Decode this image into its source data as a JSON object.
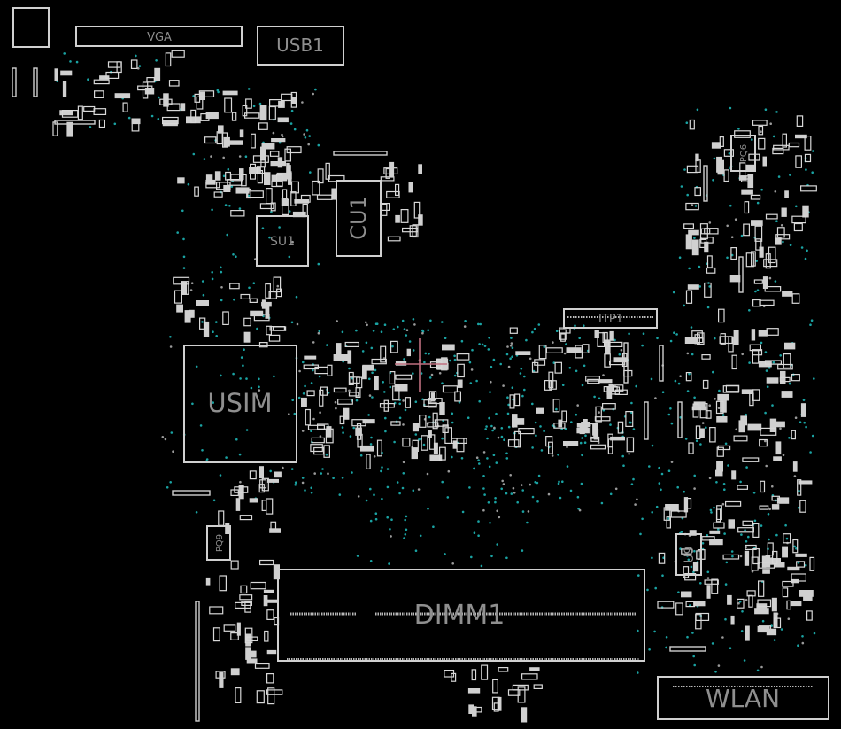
{
  "labels": {
    "vga": "VGA",
    "usb1": "USB1",
    "su1": "SU1",
    "cu1": "CU1",
    "itp1": "ITP1",
    "usim": "USIM",
    "pq6": "PQ6",
    "pq9": "PQ9",
    "u9": "U9",
    "dimm1": "DIMM1",
    "wlan": "WLAN"
  },
  "colors": {
    "background": "#000000",
    "outline": "#d0d0d0",
    "via": "#1aa3a3",
    "cursor": "#c07080"
  }
}
